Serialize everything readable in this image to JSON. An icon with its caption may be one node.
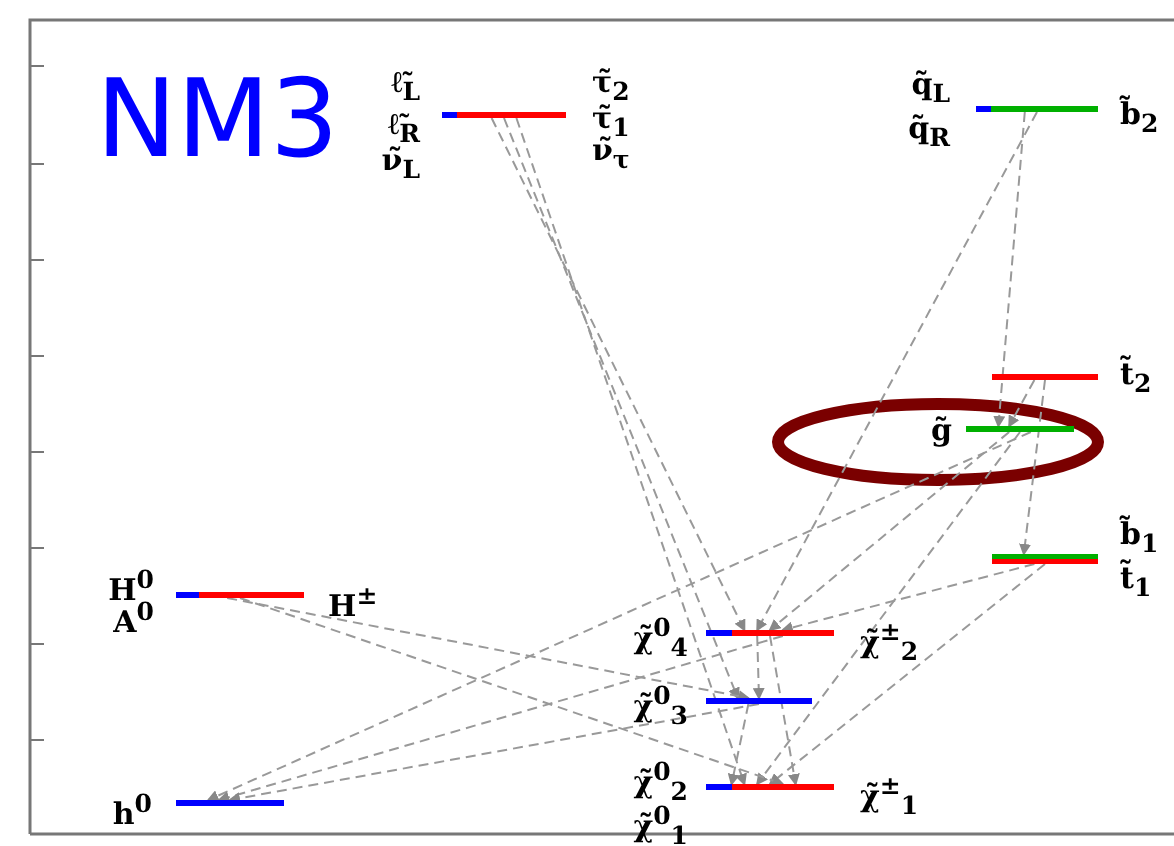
{
  "diagram": {
    "title": "NM3",
    "nodes": [
      {
        "text": [
          "ℓ̃$_{L}$",
          "ℓ̃$_{R}$",
          "ν̃$_{L}$",
          "τ̃$_{2}$",
          "τ̃$_{1}$",
          "ν̃$_{τ}$"
        ]
      },
      {
        "text": [
          "q̃$_{L}$",
          "q̃$_{R}$",
          "b̃$_{2}$"
        ]
      },
      {
        "text": [
          "t̃$_{2}$"
        ]
      },
      {
        "text": [
          "g̃"
        ]
      },
      {
        "text": [
          "b̃$_{1}$",
          "t̃$_{1}$"
        ]
      },
      {
        "text": [
          "H$^{0}$",
          "A$^{0}$",
          "H$^{±}$"
        ]
      },
      {
        "text": [
          "χ̃$^{0}$$_{4}$",
          "χ̃$^{±}$$_{2}$"
        ]
      },
      {
        "text": [
          "χ̃$^{0}$$_{3}$"
        ]
      },
      {
        "text": [
          "χ̃$^{0}$$_{2}$",
          "χ̃$^{0}$$_{1}$",
          "χ̃$^{±}$$_{1}$"
        ]
      },
      {
        "text": [
          "h$^{0}$"
        ]
      }
    ],
    "edges": [
      {
        "from": 0,
        "to": 6,
        "arrow": "to",
        "style": "dashed"
      },
      {
        "from": 0,
        "to": 7,
        "arrow": "to",
        "style": "dashed"
      },
      {
        "from": 0,
        "to": 8,
        "arrow": "to",
        "style": "dashed"
      },
      {
        "from": 1,
        "to": 3,
        "arrow": "to",
        "style": "dashed"
      },
      {
        "from": 1,
        "to": 6,
        "arrow": "to",
        "style": "dashed"
      },
      {
        "from": 2,
        "to": 3,
        "arrow": "to",
        "style": "dashed"
      },
      {
        "from": 2,
        "to": 4,
        "arrow": "to",
        "style": "dashed"
      },
      {
        "from": 3,
        "to": 6,
        "arrow": "to",
        "style": "dashed"
      },
      {
        "from": 3,
        "to": 8,
        "arrow": "to",
        "style": "dashed"
      },
      {
        "from": 3,
        "to": 9,
        "arrow": "to",
        "style": "dashed"
      },
      {
        "from": 4,
        "to": 6,
        "arrow": "to",
        "style": "dashed"
      },
      {
        "from": 4,
        "to": 8,
        "arrow": "to",
        "style": "dashed"
      },
      {
        "from": 5,
        "to": 7,
        "arrow": "to",
        "style": "dashed"
      },
      {
        "from": 5,
        "to": 8,
        "arrow": "to",
        "style": "dashed"
      },
      {
        "from": 6,
        "to": 7,
        "arrow": "to",
        "style": "dashed"
      },
      {
        "from": 6,
        "to": 8,
        "arrow": "to",
        "style": "dashed"
      },
      {
        "from": 6,
        "to": 9,
        "arrow": "to",
        "style": "dashed"
      },
      {
        "from": 7,
        "to": 8,
        "arrow": "to",
        "style": "dashed"
      },
      {
        "from": 7,
        "to": 9,
        "arrow": "to",
        "style": "dashed"
      }
    ]
  }
}
